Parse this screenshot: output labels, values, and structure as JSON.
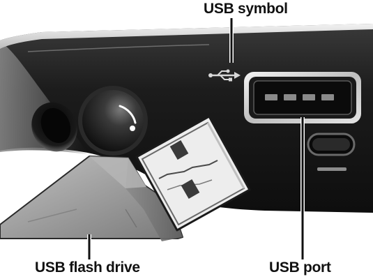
{
  "labels": {
    "usb_symbol": "USB symbol",
    "usb_flash_drive": "USB flash drive",
    "usb_port": "USB port"
  },
  "icons": {
    "usb_symbol_icon": "usb-trident-icon"
  },
  "colors": {
    "device_body": "#1a1a1a",
    "device_highlight": "#6a6a6a",
    "bezel_silver": "#d8d8d8",
    "drive_body": "#9a9a9a",
    "drive_connector": "#e9e9e9",
    "label_text": "#111111"
  }
}
